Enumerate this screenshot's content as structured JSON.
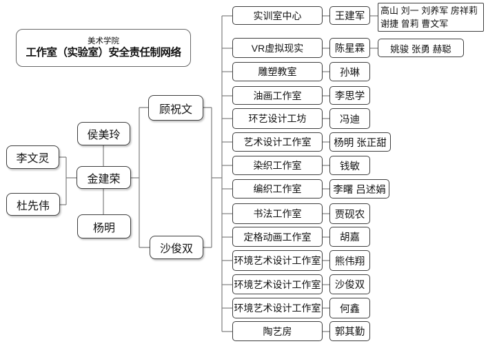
{
  "title": {
    "line1": "美术学院",
    "line2": "工作室（实验室）安全责任制网络"
  },
  "left_nodes": [
    {
      "id": "li-wenling",
      "name": "李文灵"
    },
    {
      "id": "du-xianwei",
      "name": "杜先伟"
    },
    {
      "id": "hou-meiling",
      "name": "侯美玲"
    },
    {
      "id": "jin-jianrong",
      "name": "金建荣"
    },
    {
      "id": "yang-ming",
      "name": "杨明"
    },
    {
      "id": "gu-zhuwen",
      "name": "顾祝文"
    },
    {
      "id": "sha-junshuang",
      "name": "沙俊双"
    }
  ],
  "rows": [
    {
      "room": "实训室中心",
      "head": "王建军",
      "staff": "高山 刘一 刘养军 房祥莉\n谢捷 曾莉 曹文军"
    },
    {
      "room": "VR虚拟现实",
      "head": "陈星霖",
      "staff": "姚骏 张勇 赫聪"
    },
    {
      "room": "雕塑教室",
      "head": "孙琳"
    },
    {
      "room": "油画工作室",
      "head": "李思学"
    },
    {
      "room": "环艺设计工坊",
      "head": "冯迪"
    },
    {
      "room": "艺术设计工作室",
      "head": "杨明 张正甜"
    },
    {
      "room": "染织工作室",
      "head": "钱敏"
    },
    {
      "room": "编织工作室",
      "head": "李曙 吕述娟"
    },
    {
      "room": "书法工作室",
      "head": "贾砚农"
    },
    {
      "room": "定格动画工作室",
      "head": "胡嘉"
    },
    {
      "room": "环境艺术设计工作室",
      "head": "熊伟翔"
    },
    {
      "room": "环境艺术设计工作室",
      "head": "沙俊双"
    },
    {
      "room": "环境艺术设计工作室",
      "head": "何鑫"
    },
    {
      "room": "陶艺房",
      "head": "郭其勤"
    }
  ],
  "colors": {
    "background": "#ffffff",
    "box_border": "#3c3c3c",
    "connector_line": "#7d7d7d",
    "text": "#111111"
  }
}
